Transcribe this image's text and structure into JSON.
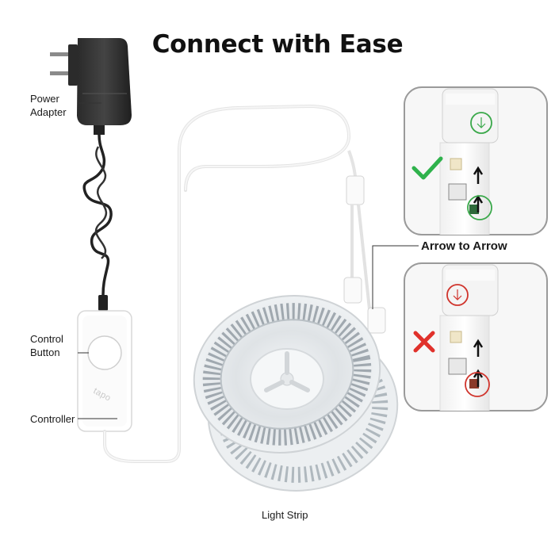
{
  "title": "Connect with Ease",
  "labels": {
    "power_adapter_line1": "Power",
    "power_adapter_line2": "Adapter",
    "control_button_line1": "Control",
    "control_button_line2": "Button",
    "controller": "Controller",
    "light_strip": "Light Strip",
    "arrow_to_arrow": "Arrow to Arrow"
  },
  "brand_mark": "tapo",
  "panels": [
    {
      "status": "correct",
      "icon": "checkmark-icon",
      "color": "#2fb24c"
    },
    {
      "status": "incorrect",
      "icon": "cross-icon",
      "color": "#e0312b"
    }
  ],
  "colors": {
    "correct_circle": "#3aa84a",
    "incorrect_circle": "#d0342c"
  }
}
